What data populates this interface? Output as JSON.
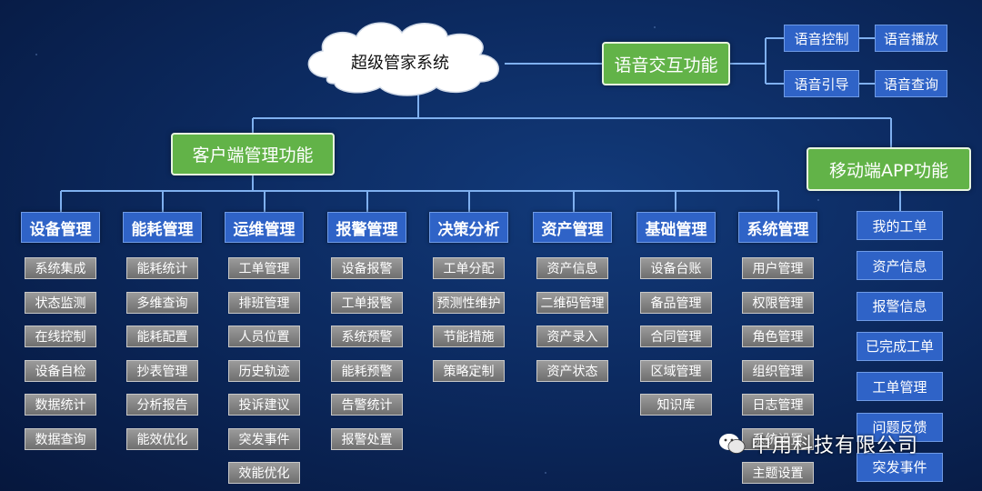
{
  "root": {
    "label": "超级管家系统"
  },
  "voice": {
    "label": "语音交互功能",
    "items": [
      "语音控制",
      "语音播放",
      "语音引导",
      "语音查询"
    ]
  },
  "client": {
    "label": "客户端管理功能",
    "modules": [
      {
        "title": "设备管理",
        "items": [
          "系统集成",
          "状态监测",
          "在线控制",
          "设备自检",
          "数据统计",
          "数据查询"
        ]
      },
      {
        "title": "能耗管理",
        "items": [
          "能耗统计",
          "多维查询",
          "能耗配置",
          "抄表管理",
          "分析报告",
          "能效优化"
        ]
      },
      {
        "title": "运维管理",
        "items": [
          "工单管理",
          "排班管理",
          "人员位置",
          "历史轨迹",
          "投诉建议",
          "突发事件",
          "效能优化"
        ]
      },
      {
        "title": "报警管理",
        "items": [
          "设备报警",
          "工单报警",
          "系统预警",
          "能耗预警",
          "告警统计",
          "报警处置"
        ]
      },
      {
        "title": "决策分析",
        "items": [
          "工单分配",
          "预测性维护",
          "节能措施",
          "策略定制"
        ]
      },
      {
        "title": "资产管理",
        "items": [
          "资产信息",
          "二维码管理",
          "资产录入",
          "资产状态"
        ]
      },
      {
        "title": "基础管理",
        "items": [
          "设备台账",
          "备品管理",
          "合同管理",
          "区域管理",
          "知识库"
        ]
      },
      {
        "title": "系统管理",
        "items": [
          "用户管理",
          "权限管理",
          "角色管理",
          "组织管理",
          "日志管理",
          "系统设置",
          "主题设置"
        ]
      }
    ]
  },
  "mobile": {
    "label": "移动端APP功能",
    "items": [
      "我的工单",
      "资产信息",
      "报警信息",
      "已完成工单",
      "工单管理",
      "问题反馈",
      "突发事件"
    ]
  },
  "watermark": {
    "text": "中用科技有限公司",
    "icon": "wechat-icon"
  },
  "colors": {
    "green": "#62b348",
    "blue": "#2f63c7",
    "gray": "#808080",
    "line": "#7fb0ef"
  }
}
